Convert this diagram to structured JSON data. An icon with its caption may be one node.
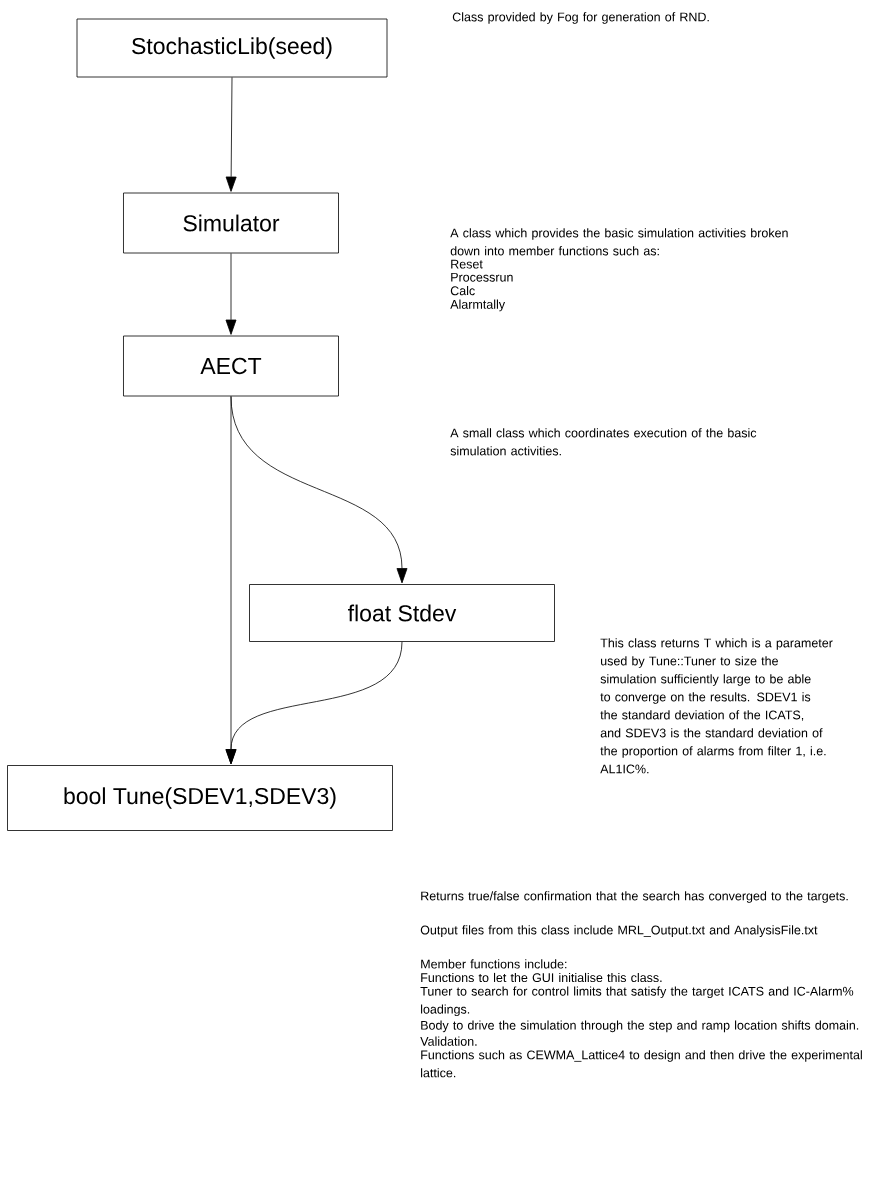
{
  "diagram": {
    "nodes": [
      {
        "text": [
          "StochasticLib(seed)"
        ]
      },
      {
        "text": [
          "Simulator"
        ],
        "beside": [
          "A class which provides the basic simulation activities broken down into member functions such as:",
          "Reset",
          "Processrun",
          "Calc",
          "Alarmtally"
        ]
      },
      {
        "text": [
          "AECT"
        ]
      },
      {
        "text": [
          "float Stdev"
        ],
        "beside": [
          "This class returns T which is a parameter used by Tune::Tuner to size the simulation sufficiently large to be able to converge on the results. SDEV1 is the standard deviation of  the ICATS, and SDEV3 is the standard deviation of the proportion of alarms from filter 1, i.e. AL1IC%."
        ]
      },
      {
        "text": [
          "bool Tune(SDEV1,SDEV3)"
        ],
        "beside": [
          "Returns true/false confirmation that the search has converged to the targets.",
          "Output files from this class include MRL_Output.txt and AnalysisFile.txt",
          "Member functions include:",
          "Functions to let the GUI initialise this class.",
          "Tuner to search for control limits that satisfy the target ICATS and IC-Alarm% loadings.",
          "Body to drive the simulation through the step and ramp location shifts domain.",
          "Validation.",
          "Functions such as CEWMA_Lattice4 to design and then drive the experimental lattice."
        ]
      }
    ],
    "edges": [
      {
        "from": 0,
        "to": 1,
        "arrow": "to"
      },
      {
        "from": 1,
        "to": 2,
        "arrow": "to"
      },
      {
        "from": 2,
        "to": 4,
        "arrow": "to"
      },
      {
        "from": 2,
        "to": 3,
        "arrow": "to"
      },
      {
        "from": 3,
        "to": 4,
        "arrow": "to"
      }
    ],
    "labels": [
      "Class provided by Fog for generation of RND.",
      "A small class which coordinates execution of  the basic simulation activities."
    ]
  }
}
